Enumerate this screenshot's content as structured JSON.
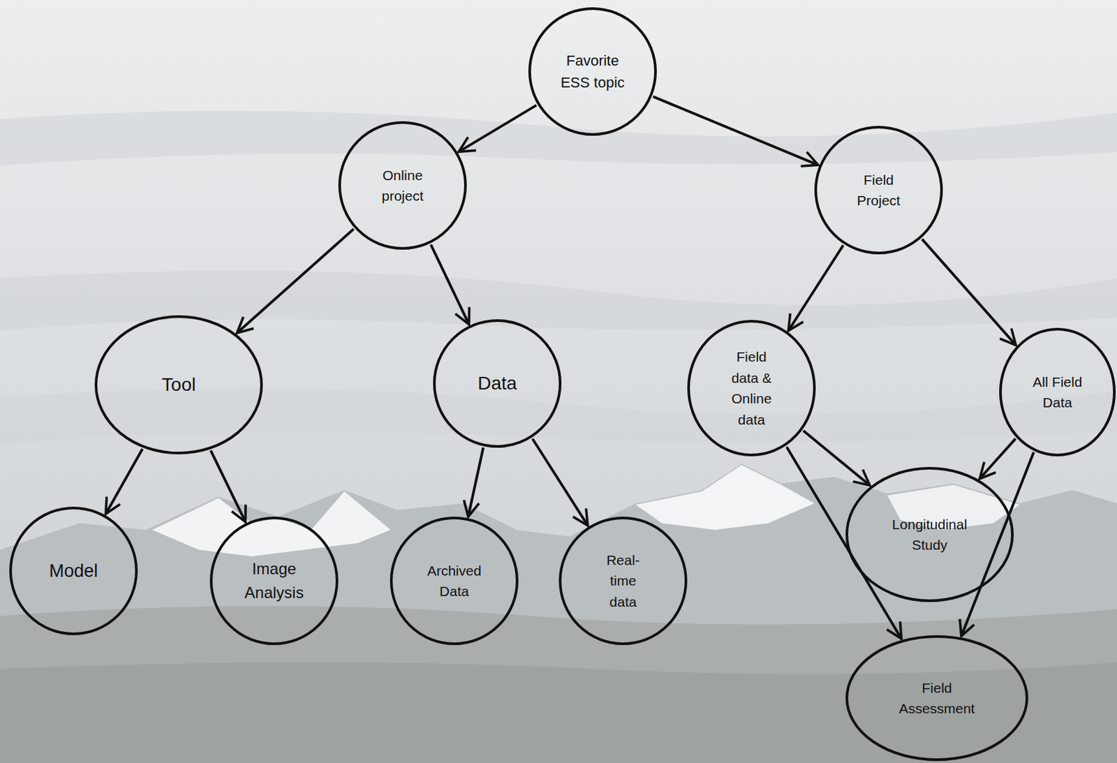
{
  "diagram": {
    "nodes": [
      {
        "text": [
          "Favorite ESS topic"
        ]
      },
      {
        "text": [
          "Online project"
        ]
      },
      {
        "text": [
          "Field Project"
        ]
      },
      {
        "text": [
          "Tool"
        ]
      },
      {
        "text": [
          "Data"
        ]
      },
      {
        "text": [
          "Field data & Online data"
        ]
      },
      {
        "text": [
          "All Field Data"
        ]
      },
      {
        "text": [
          "Model"
        ]
      },
      {
        "text": [
          "Image Analysis"
        ]
      },
      {
        "text": [
          "Archived Data"
        ]
      },
      {
        "text": [
          "Real-time data"
        ]
      },
      {
        "text": [
          "Longitudinal Study"
        ]
      },
      {
        "text": [
          "Field Assessment"
        ]
      }
    ],
    "edges": [
      {
        "from": 0,
        "to": 1,
        "arrow": "to"
      },
      {
        "from": 0,
        "to": 2,
        "arrow": "to"
      },
      {
        "from": 1,
        "to": 3,
        "arrow": "to"
      },
      {
        "from": 1,
        "to": 4,
        "arrow": "to"
      },
      {
        "from": 2,
        "to": 5,
        "arrow": "to"
      },
      {
        "from": 2,
        "to": 6,
        "arrow": "to"
      },
      {
        "from": 3,
        "to": 7,
        "arrow": "to"
      },
      {
        "from": 3,
        "to": 8,
        "arrow": "to"
      },
      {
        "from": 4,
        "to": 9,
        "arrow": "to"
      },
      {
        "from": 4,
        "to": 10,
        "arrow": "to"
      },
      {
        "from": 5,
        "to": 11,
        "arrow": "to"
      },
      {
        "from": 5,
        "to": 12,
        "arrow": "to"
      },
      {
        "from": 6,
        "to": 11,
        "arrow": "to"
      },
      {
        "from": 6,
        "to": 12,
        "arrow": "to"
      }
    ]
  }
}
